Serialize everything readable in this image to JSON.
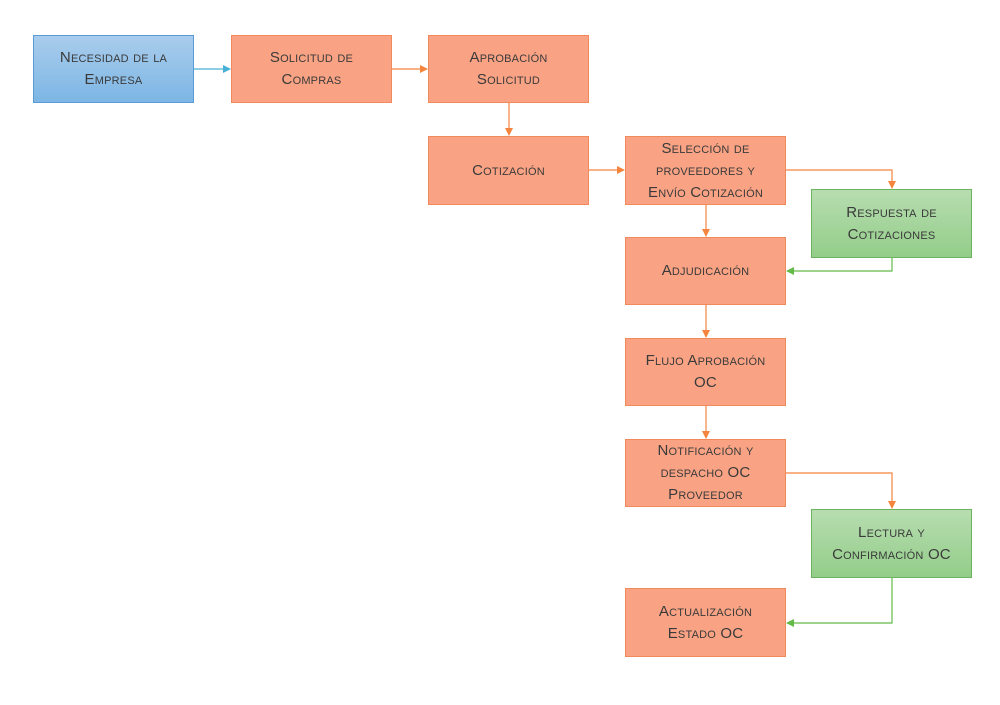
{
  "colors": {
    "start": "#7db6e4",
    "process": "#f9a384",
    "supplier": "#93cd89",
    "edge_start": "#47b0d6",
    "edge_process": "#f5853e",
    "edge_supplier": "#62bb46"
  },
  "nodes": {
    "necesidad": "Necesidad de la\nEmpresa",
    "solicitud": "Solicitud de\nCompras",
    "aprobacion": "Aprobación\nSolicitud",
    "cotizacion": "Cotización",
    "seleccion": "Selección de\nproveedores y\nEnvío Cotización",
    "respuesta": "Respuesta de\nCotizaciones",
    "adjudicacion": "Adjudicación",
    "flujo": "Flujo Aprobación\nOC",
    "notificacion": "Notificación y\ndespacho OC\nProveedor",
    "lectura": "Lectura y\nConfirmación OC",
    "actualizacion": "Actualización\nEstado OC"
  }
}
